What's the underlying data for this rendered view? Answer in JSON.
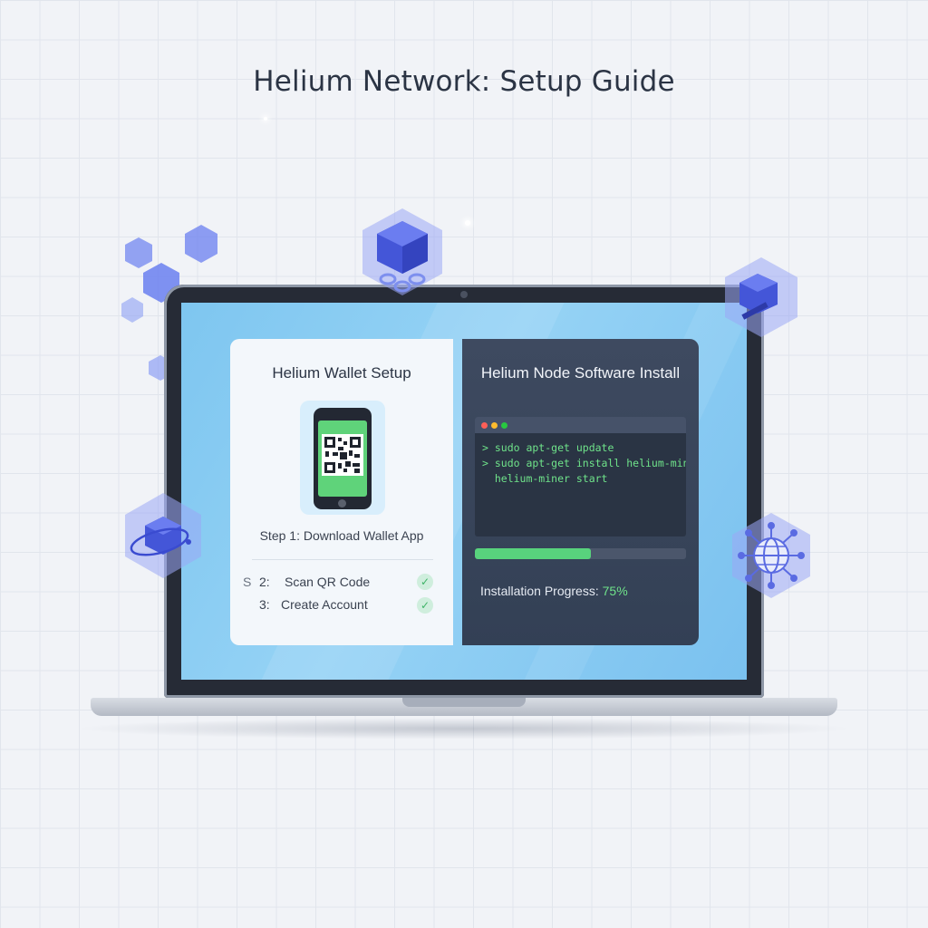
{
  "page": {
    "title": "Helium Network: Setup Guide"
  },
  "wallet": {
    "title": "Helium Wallet Setup",
    "step1": "Step 1: Download Wallet App",
    "steps": [
      {
        "prefix": "S",
        "number": "2:",
        "label": "Scan QR Code",
        "check": "✓"
      },
      {
        "prefix": "",
        "number": "3:",
        "label": "Create Account",
        "check": "✓"
      }
    ]
  },
  "node": {
    "title": "Helium Node Software Install",
    "terminal_lines": [
      "> sudo apt-get update",
      "> sudo apt-get install helium-miner",
      "  helium-miner start"
    ],
    "progress": {
      "label": "Installation Progress:",
      "percent_text": "75%",
      "fraction": 0.55
    }
  },
  "colors": {
    "accent_blue": "#4f63e0",
    "success_green": "#58d37d",
    "screen_blue": "#8ccdf3",
    "dark_panel": "#38445a"
  },
  "icons": [
    "blockchain-cube-icon",
    "cube-icon",
    "orbit-cube-icon",
    "globe-network-icon",
    "hexagon-icon"
  ]
}
